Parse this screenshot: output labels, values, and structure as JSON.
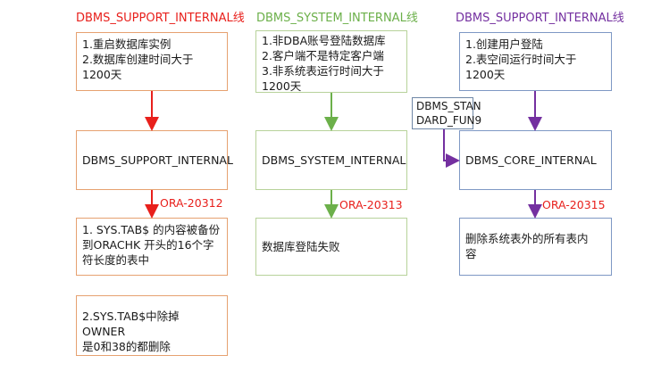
{
  "colors": {
    "red": "#e8201c",
    "green": "#6cb04a",
    "purple": "#7430a0",
    "box_red": "#e6a170",
    "box_green": "#b7d29a",
    "box_blue": "#7e98c4"
  },
  "columns": [
    {
      "title": "DBMS_SUPPORT_INTERNAL线",
      "cond_lines": [
        "1.重启数据库实例",
        "2.数据库创建时间大于",
        "1200天"
      ],
      "pkg": "DBMS_SUPPORT_INTERNAL",
      "error": "ORA-20312",
      "effect_lines": [
        "1. SYS.TAB$ 的内容被备份",
        "到ORACHK 开头的16个字",
        "符长度的表中"
      ],
      "effect2_lines": [
        "2.SYS.TAB$中除掉OWNER",
        "是0和38的都删除"
      ]
    },
    {
      "title": "DBMS_SYSTEM_INTERNAL线",
      "cond_lines": [
        "1.非DBA账号登陆数据库",
        "2.客户端不是特定客户端",
        "3.非系统表运行时间大于",
        "1200天"
      ],
      "pkg": "DBMS_SYSTEM_INTERNAL",
      "error": "ORA-20313",
      "effect_lines": [
        "数据库登陆失败"
      ]
    },
    {
      "title": "DBMS_SUPPORT_INTERNAL线",
      "cond_lines": [
        "1.创建用户登陆",
        "2.表空间运行时间大于",
        "1200天"
      ],
      "pkg": "DBMS_CORE_INTERNAL",
      "error": "ORA-20315",
      "effect_lines": [
        "删除系统表外的所有表内",
        "容"
      ]
    }
  ],
  "side_note_lines": [
    "DBMS_STAN",
    "DARD_FUN9"
  ]
}
